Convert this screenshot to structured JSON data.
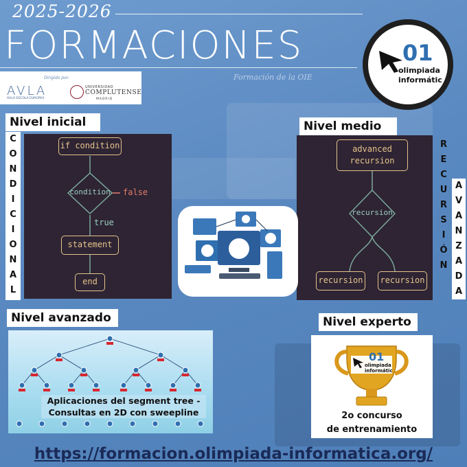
{
  "header": {
    "year": "2025-2026",
    "title": "FORMACIONES",
    "tagline": "Formación de la OIE"
  },
  "sponsors": {
    "dirigido": "Dirigido por:",
    "aula": "AVLA",
    "aula_sub": "AULA ESCOLA EUROPEA",
    "ucm_top": "UNIVERSIDAD",
    "ucm_name": "COMPLUTENSE",
    "ucm_city": "MADRID"
  },
  "logo": {
    "number": "01",
    "line1": "olimpiada",
    "line2": "informátic"
  },
  "levels": {
    "inicial": {
      "label": "Nivel inicial",
      "side_text": [
        "C",
        "O",
        "N",
        "D",
        "I",
        "C",
        "I",
        "O",
        "N",
        "A",
        "L"
      ],
      "flow": {
        "if_node": "if condition",
        "condition": "condition",
        "false_label": "false",
        "true_label": "true",
        "statement": "statement",
        "end": "end"
      }
    },
    "medio": {
      "label": "Nivel medio",
      "side_text_1": [
        "R",
        "E",
        "C",
        "U",
        "R",
        "S",
        "I",
        "Ó",
        "N"
      ],
      "side_text_2": [
        "A",
        "V",
        "A",
        "N",
        "Z",
        "A",
        "D",
        "A"
      ],
      "flow": {
        "top_line1": "advanced",
        "top_line2": "recursion",
        "middle": "recursion",
        "left": "recursion",
        "right": "recursion"
      }
    },
    "avanzado": {
      "label": "Nivel avanzado",
      "text_line1": "Aplicaciones del segment tree -",
      "text_line2": "Consultas en 2D con sweepline"
    },
    "experto": {
      "label": "Nivel experto",
      "text_line1": "2o concurso",
      "text_line2": "de entrenamiento",
      "trophy_number": "01",
      "trophy_line1": "olimpiada",
      "trophy_line2": "informátic"
    }
  },
  "footer": {
    "url": "https://formacion.olimpiada-informatica.org/"
  },
  "colors": {
    "background": "#5b8cc4",
    "panel_dark": "#2e2433",
    "node_stroke": "#e6c48c",
    "false_red": "#e47c6c",
    "true_teal": "#9ccfc2",
    "url_navy": "#1a2a57",
    "logo_blue": "#2f6fb0"
  }
}
